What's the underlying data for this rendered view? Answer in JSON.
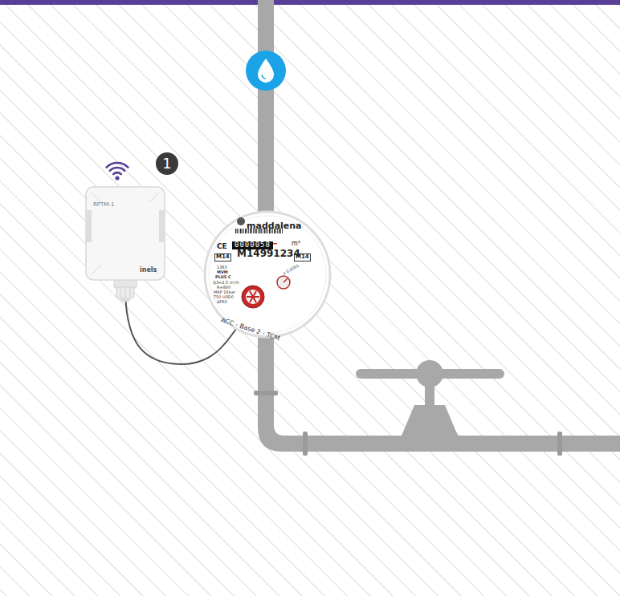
{
  "diagram": {
    "nodes": [
      {
        "text": [
          "RPTM-1",
          "inels"
        ]
      },
      {
        "text": [
          "maddalena",
          "CE",
          "0000058",
          "m³",
          "M14",
          "1383",
          "MVM",
          "PLUS C",
          "Q3=2,5 m³/h",
          "R=800",
          "MAP 16bar",
          "T50 U0D0",
          "ΔP63",
          "M14991234",
          "M14",
          "x 0,0001",
          "ACC - Base 2 - TCM"
        ]
      }
    ],
    "edges": [
      {
        "from": 0,
        "to": 1,
        "arrow": "none"
      }
    ],
    "labels": [
      "1"
    ]
  }
}
